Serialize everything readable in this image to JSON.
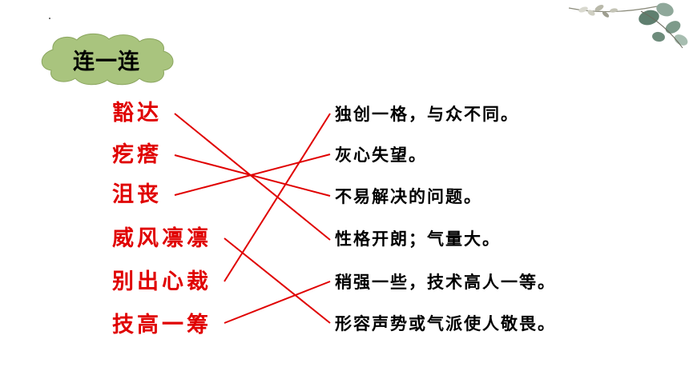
{
  "title": "连一连",
  "left_items": [
    "豁达",
    "疙瘩",
    "沮丧",
    "威风凛凛",
    "别出心裁",
    "技高一筹"
  ],
  "right_items": [
    "独创一格，与众不同。",
    "灰心失望。",
    "不易解决的问题。",
    "性格开朗；气量大。",
    "稍强一些，技术高人一等。",
    "形容声势或气派使人敬畏。"
  ],
  "matches": [
    [
      0,
      3
    ],
    [
      1,
      2
    ],
    [
      2,
      1
    ],
    [
      3,
      5
    ],
    [
      4,
      0
    ],
    [
      5,
      4
    ]
  ],
  "colors": {
    "left_text": "#e00000",
    "line": "#e00000",
    "cloud": "#a9c47e",
    "right_text": "#000000"
  }
}
